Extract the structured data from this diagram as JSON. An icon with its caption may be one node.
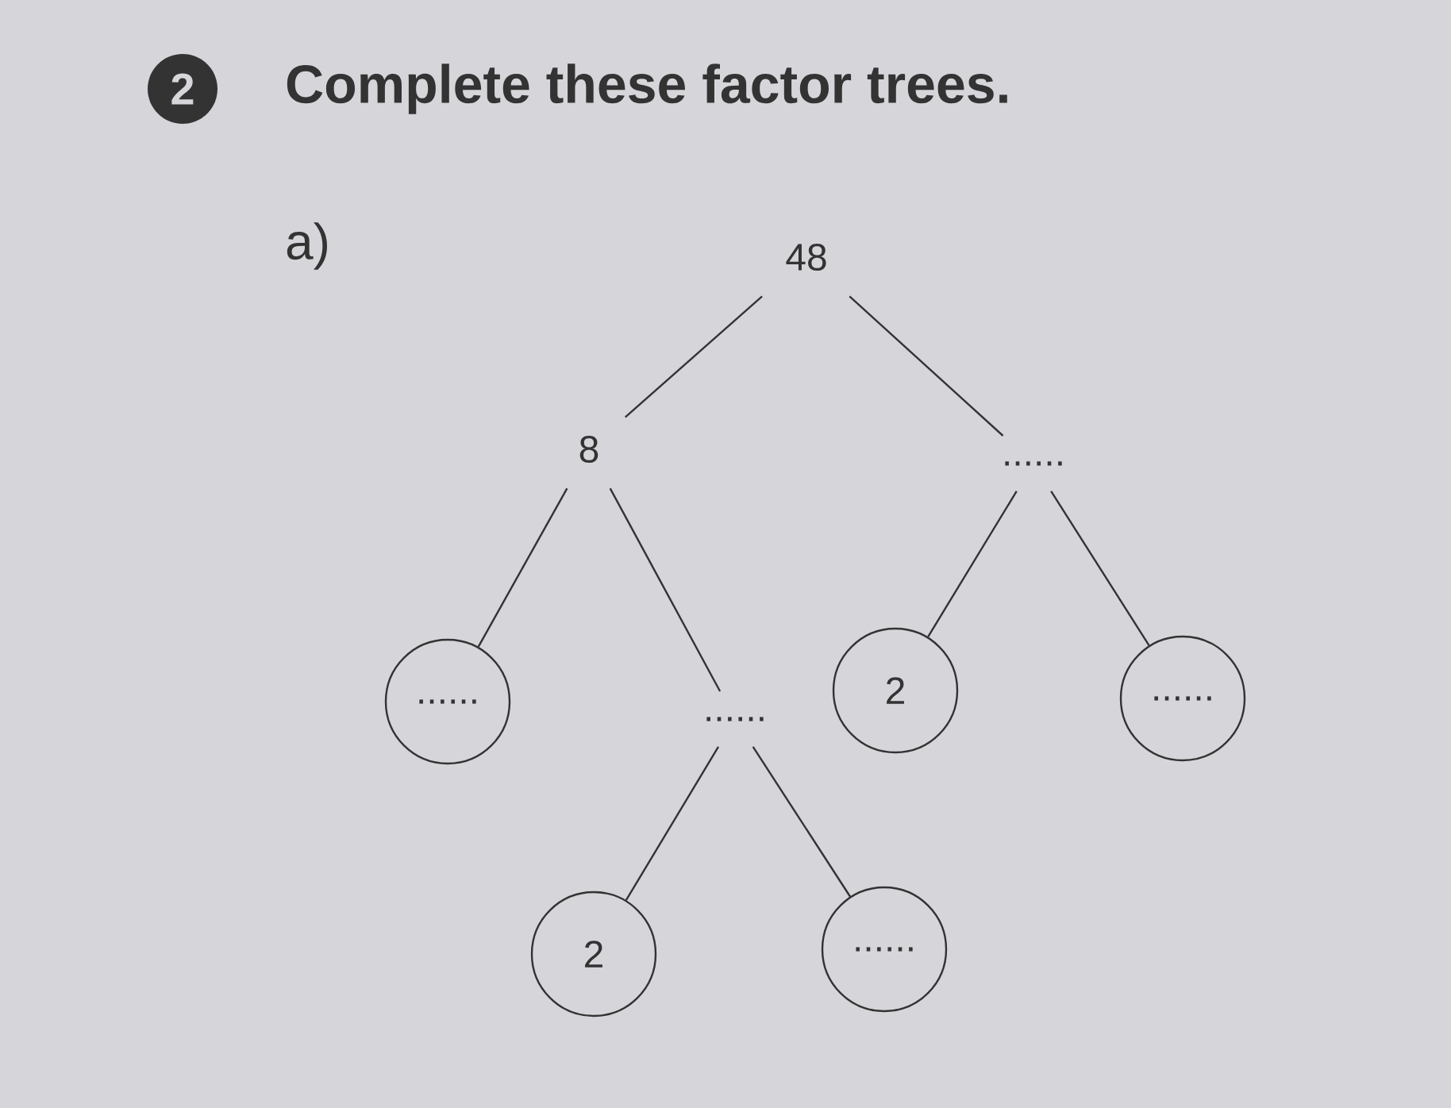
{
  "diagram": {
    "title": "Complete these factor trees.",
    "nodes": [
      {
        "text": [
          "48"
        ]
      },
      {
        "text": [
          "8"
        ]
      },
      {
        "text": [
          "......"
        ]
      },
      {
        "text": [
          "......"
        ]
      },
      {
        "text": [
          "......"
        ]
      },
      {
        "text": [
          "2"
        ]
      },
      {
        "text": [
          "......"
        ]
      },
      {
        "text": [
          "2"
        ]
      },
      {
        "text": [
          "......"
        ]
      }
    ],
    "edges": [
      {
        "from": 0,
        "to": 1,
        "arrow": "none"
      },
      {
        "from": 0,
        "to": 2,
        "arrow": "none"
      },
      {
        "from": 1,
        "to": 3,
        "arrow": "none"
      },
      {
        "from": 1,
        "to": 4,
        "arrow": "none"
      },
      {
        "from": 2,
        "to": 5,
        "arrow": "none"
      },
      {
        "from": 2,
        "to": 6,
        "arrow": "none"
      },
      {
        "from": 4,
        "to": 7,
        "arrow": "none"
      },
      {
        "from": 4,
        "to": 8,
        "arrow": "none"
      }
    ],
    "labels": [
      "2",
      "a)"
    ]
  }
}
